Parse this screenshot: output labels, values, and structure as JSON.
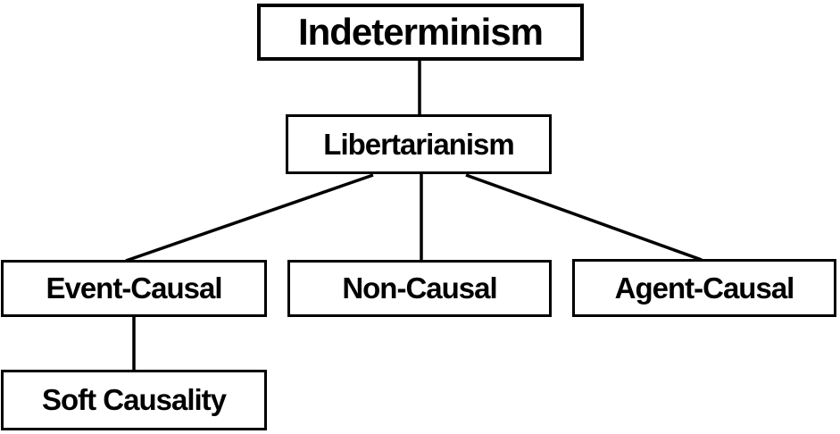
{
  "diagram": {
    "type": "tree",
    "nodes": {
      "indeterminism": "Indeterminism",
      "libertarianism": "Libertarianism",
      "event_causal": "Event-Causal",
      "non_causal": "Non-Causal",
      "agent_causal": "Agent-Causal",
      "soft_causality": "Soft Causality"
    },
    "edges": [
      {
        "from": "Indeterminism",
        "to": "Libertarianism"
      },
      {
        "from": "Libertarianism",
        "to": "Event-Causal"
      },
      {
        "from": "Libertarianism",
        "to": "Non-Causal"
      },
      {
        "from": "Libertarianism",
        "to": "Agent-Causal"
      },
      {
        "from": "Event-Causal",
        "to": "Soft Causality"
      }
    ],
    "colors": {
      "background": "#ffffff",
      "box_background": "#ffffff",
      "box_border": "#000000",
      "text": "#000000",
      "connector": "#000000"
    }
  }
}
